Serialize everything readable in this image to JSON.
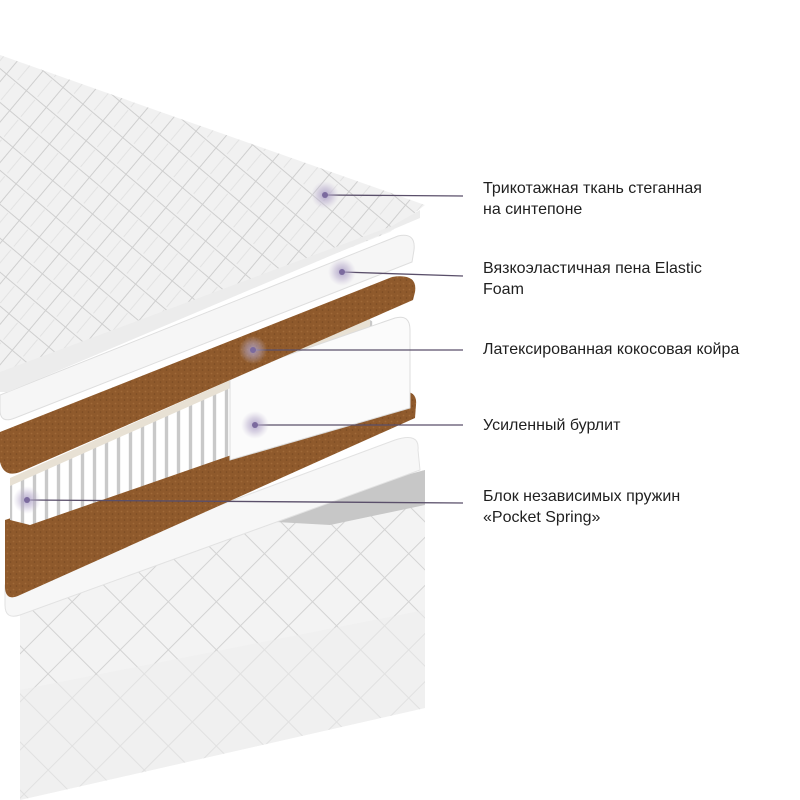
{
  "colors": {
    "coir": "#8f5a2c",
    "leader": "#5a4f6a",
    "marker": "#7b6a9e",
    "text": "#1f1f1f"
  },
  "labels": [
    {
      "lines": [
        "Трикотажная ткань стеганная",
        "на синтепоне"
      ]
    },
    {
      "lines": [
        "Вязкоэластичная пена Elastic",
        "Foam"
      ]
    },
    {
      "lines": [
        "Латексированная кокосовая койра"
      ]
    },
    {
      "lines": [
        "Усиленный бурлит"
      ]
    },
    {
      "lines": [
        "Блок независимых пружин",
        "«Pocket Spring»"
      ]
    }
  ]
}
